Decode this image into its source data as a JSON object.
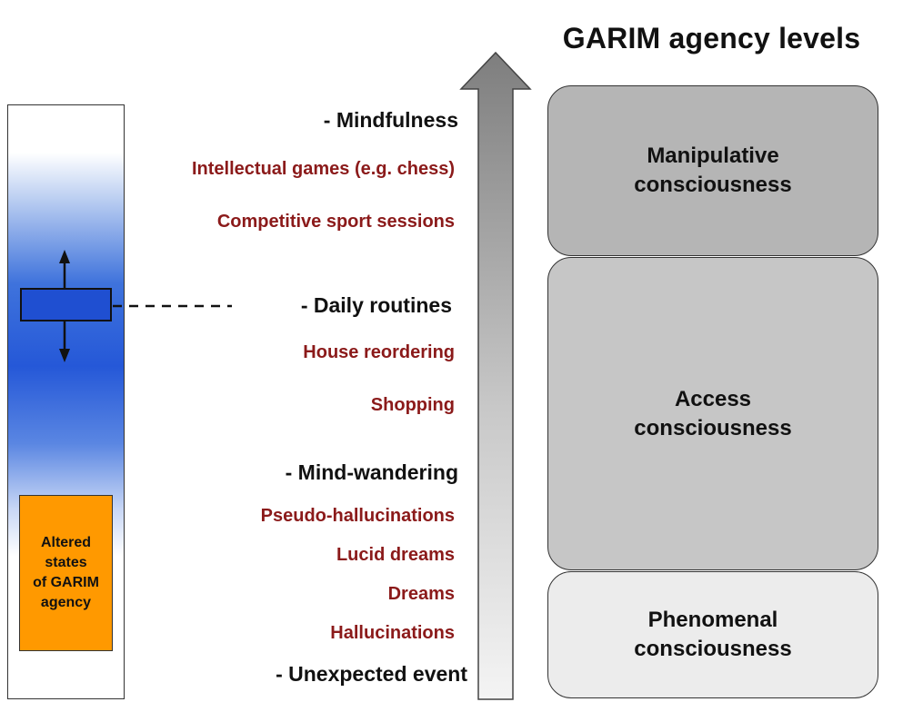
{
  "title": "GARIM agency levels",
  "left_column": {
    "altered_label": "Altered\nstates\nof GARIM\nagency"
  },
  "states": [
    {
      "text": "-   Mindfulness",
      "kind": "major"
    },
    {
      "text": "Intellectual games (e.g. chess)",
      "kind": "example"
    },
    {
      "text": "Competitive sport sessions",
      "kind": "example"
    },
    {
      "text": "-   Daily routines",
      "kind": "major"
    },
    {
      "text": "House reordering",
      "kind": "example"
    },
    {
      "text": "Shopping",
      "kind": "example"
    },
    {
      "text": "-   Mind-wandering",
      "kind": "major"
    },
    {
      "text": "Pseudo-hallucinations",
      "kind": "example"
    },
    {
      "text": "Lucid dreams",
      "kind": "example"
    },
    {
      "text": "Dreams",
      "kind": "example"
    },
    {
      "text": "Hallucinations",
      "kind": "example"
    },
    {
      "text": "-   Unexpected event",
      "kind": "major"
    }
  ],
  "levels": [
    {
      "label": "Manipulative\nconsciousness",
      "color": "#b5b5b5"
    },
    {
      "label": "Access\nconsciousness",
      "color": "#c6c6c6"
    },
    {
      "label": "Phenomenal\nconsciousness",
      "color": "#ececec"
    }
  ],
  "colors": {
    "example_text": "#8b1a1a",
    "major_text": "#111111",
    "handle": "#1f4fd1",
    "altered_box": "#ff9900"
  }
}
